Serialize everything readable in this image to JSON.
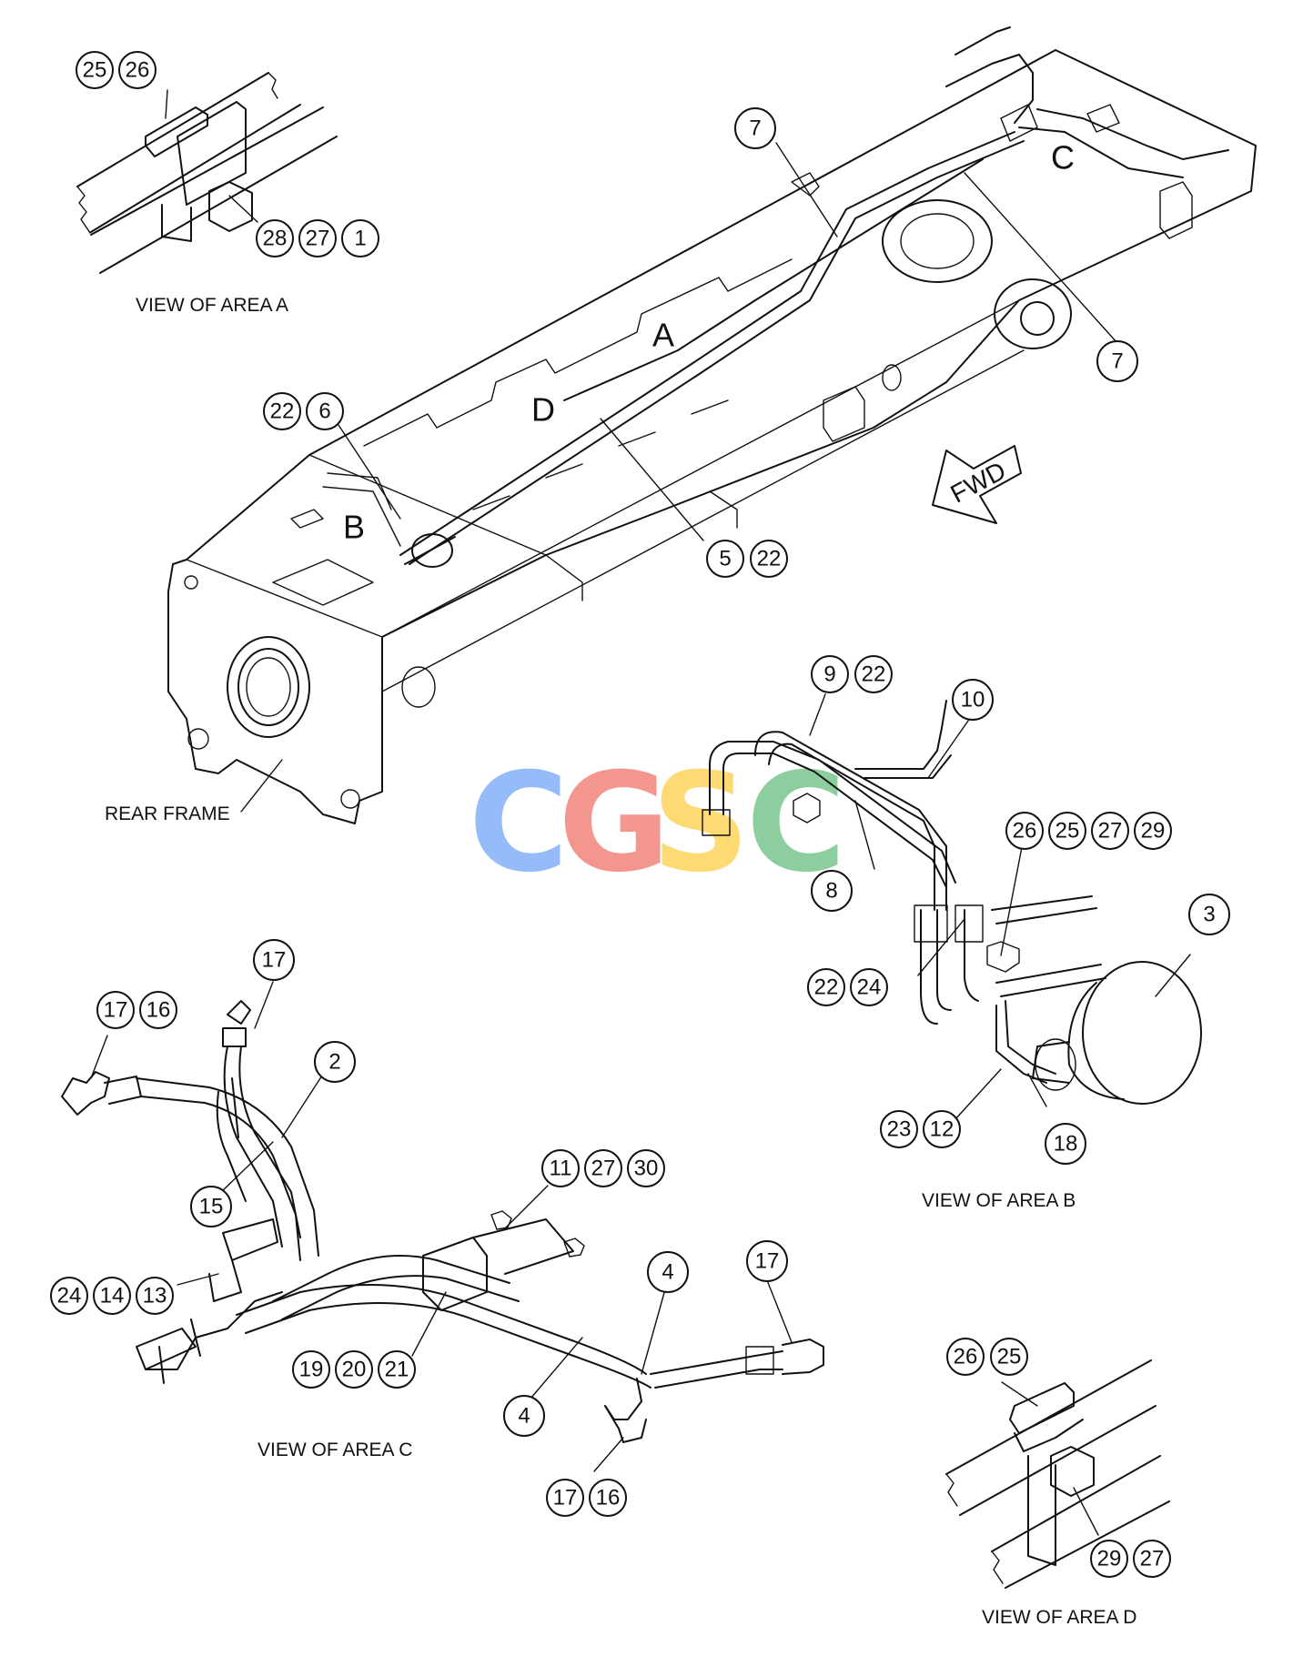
{
  "views": {
    "area_a": "VIEW OF AREA A",
    "area_b": "VIEW OF AREA B",
    "area_c": "VIEW OF AREA C",
    "area_d": "VIEW OF AREA D",
    "rear_frame": "REAR FRAME"
  },
  "area_letters": [
    "A",
    "B",
    "C",
    "D"
  ],
  "fwd_label": "FWD",
  "watermark": {
    "letters": [
      "C",
      "G",
      "S",
      "C"
    ],
    "colors": [
      "#8ab4f8",
      "#f28b82",
      "#fdd663",
      "#81c995"
    ]
  },
  "callouts": {
    "a1": "25",
    "a2": "26",
    "a3": "28",
    "a4": "27",
    "a5": "1",
    "m1": "7",
    "m2": "7",
    "m3": "22",
    "m4": "6",
    "m5": "5",
    "m6": "22",
    "b1": "9",
    "b2": "22",
    "b3": "10",
    "b4": "26",
    "b5": "25",
    "b6": "27",
    "b7": "29",
    "b8": "8",
    "b9": "3",
    "b10": "22",
    "b11": "24",
    "b12": "23",
    "b13": "12",
    "b14": "18",
    "c1": "17",
    "c2": "17",
    "c3": "16",
    "c4": "2",
    "c5": "15",
    "c6": "11",
    "c7": "27",
    "c8": "30",
    "c9": "24",
    "c10": "14",
    "c11": "13",
    "c12": "17",
    "c13": "4",
    "c14": "19",
    "c15": "20",
    "c16": "21",
    "c17": "4",
    "c18": "17",
    "c19": "16",
    "d1": "26",
    "d2": "25",
    "d3": "29",
    "d4": "27"
  }
}
